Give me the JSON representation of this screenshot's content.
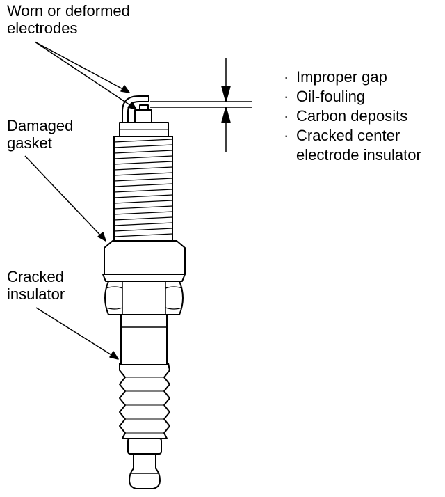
{
  "labels": {
    "electrodes_line1": "Worn or deformed",
    "electrodes_line2": "electrodes",
    "gasket_line1": "Damaged",
    "gasket_line2": "gasket",
    "insulator_line1": "Cracked",
    "insulator_line2": "insulator"
  },
  "gap_conditions": {
    "bullet": "·",
    "items": [
      "Improper gap",
      "Oil-fouling",
      "Carbon deposits",
      "Cracked center"
    ],
    "continuation": "electrode insulator"
  }
}
